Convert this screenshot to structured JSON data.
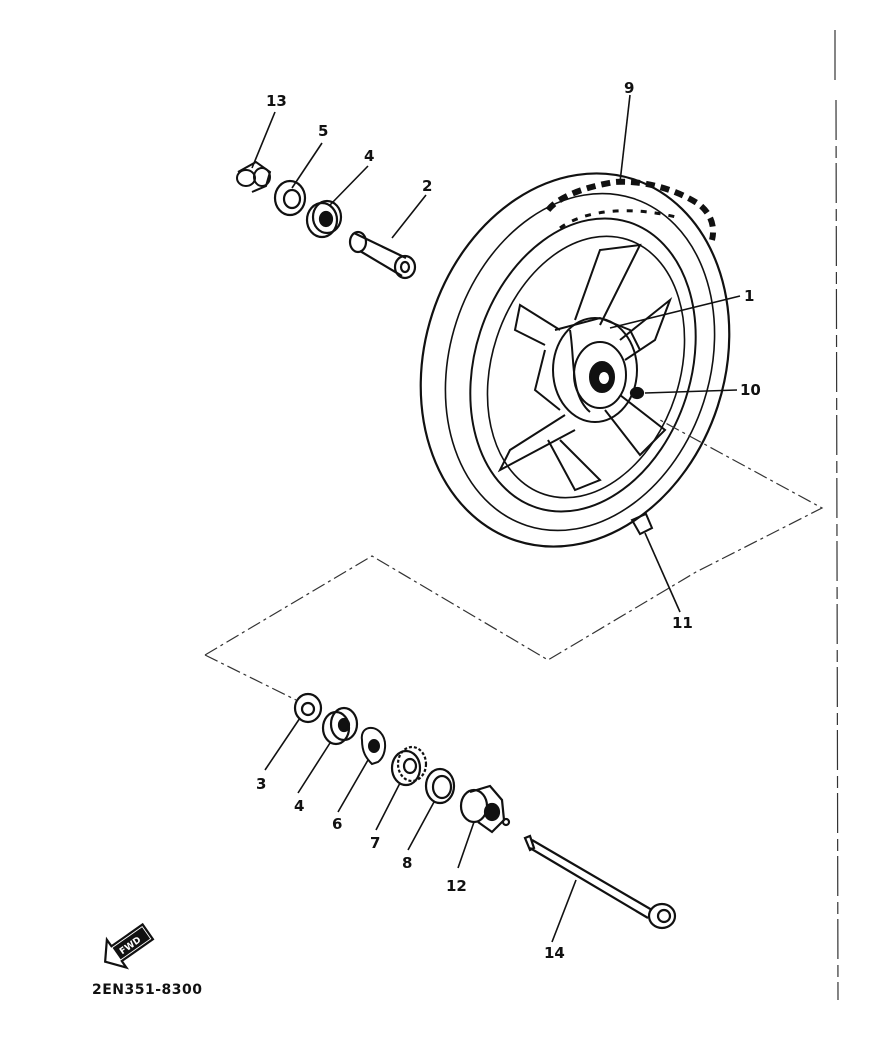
{
  "diagram": {
    "part_code": "2EN351-8300",
    "fwd_label": "FWD",
    "callouts": [
      "13",
      "5",
      "4",
      "2",
      "9",
      "1",
      "10",
      "11",
      "3",
      "4",
      "6",
      "7",
      "8",
      "12",
      "14"
    ]
  }
}
